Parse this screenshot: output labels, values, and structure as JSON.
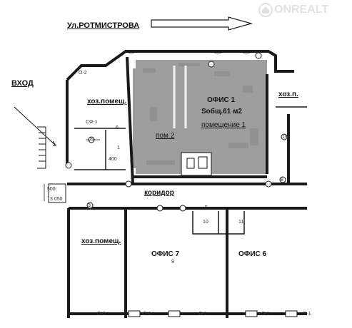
{
  "street": "Ул.РОТМИСТРОВА",
  "entrance": "ВХОД",
  "watermark": "ONREALT",
  "rooms": {
    "office1_title": "ОФИС 1",
    "office1_area": "Sобщ.61 м2",
    "office1_room": "помещение 1",
    "pom2": "пом 2",
    "xoz_top": "хоз.помещ.",
    "xoz_right": "хоз.п.",
    "corridor": "коридор",
    "xoz_bottom": "хоз.помещ.",
    "office7": "ОФИС 7",
    "office6": "ОФИС 6",
    "sf": "СФ-з"
  },
  "marks": {
    "o2_top": "О-2",
    "dim_400": "400",
    "dim_500": "500",
    "dim_3050": "3 050",
    "o2_bottom": "О-2",
    "o1_a": "О-1",
    "o1_b": "О-1",
    "o1_c": "О-1",
    "o1_d": "О-1",
    "n25": "25",
    "n6": "6",
    "n1": "1",
    "n19": "19",
    "n3": "3",
    "n10": "10",
    "n11": "11",
    "n9": "9",
    "n8": "8",
    "n5": "5"
  }
}
